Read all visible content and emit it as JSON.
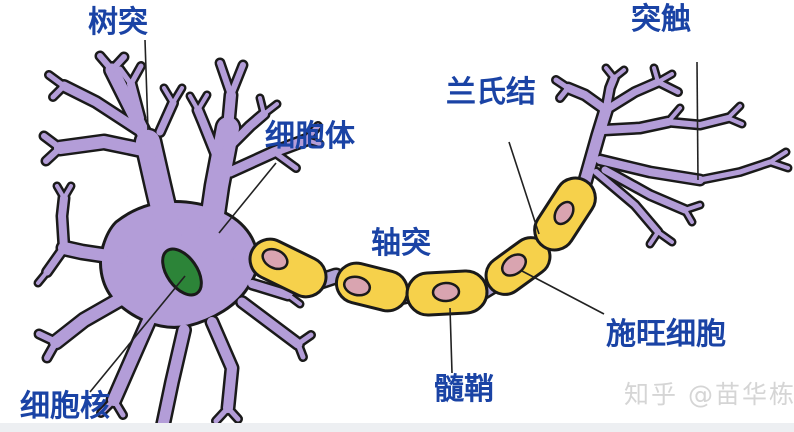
{
  "diagram_title": "neuron-anatomy-diagram",
  "labels": {
    "dendrite": "树突",
    "cell_body": "细胞体",
    "cell_nucleus": "细胞核",
    "axon": "轴突",
    "myelin_sheath": "髓鞘",
    "node_of_ranvier": "兰氏结",
    "schwann_cell": "施旺细胞",
    "synapse": "突触"
  },
  "watermark": "知乎 @苗华栋",
  "colors": {
    "label_text": "#1a43a5",
    "neuron_membrane": "#b39dd8",
    "myelin_sheath": "#f6d14b",
    "cell_nucleus": "#2c8438",
    "schwann_nucleus": "#d9a4b0",
    "outline": "#1a1a1a",
    "watermark_text": "#d5d5d5",
    "leader_line": "#222222"
  }
}
